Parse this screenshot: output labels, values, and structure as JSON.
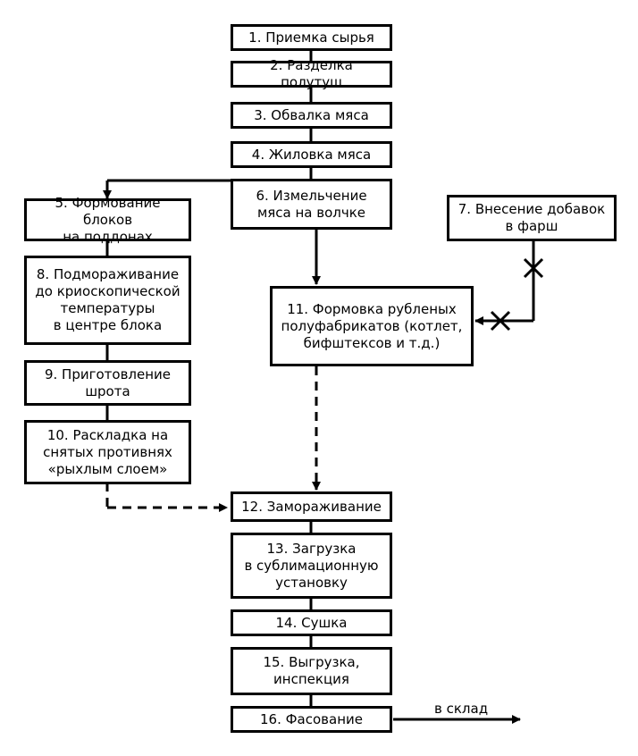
{
  "steps": {
    "s1": "1. Приемка сырья",
    "s2": "2. Разделка полутуш",
    "s3": "3. Обвалка мяса",
    "s4": "4. Жиловка мяса",
    "s5": "5. Формование блоков\nна поддонах",
    "s6": "6. Измельчение\nмяса на волчке",
    "s7": "7. Внесение добавок\nв фарш",
    "s8": "8. Подмораживание\nдо криоскопической\nтемпературы\nв центре блока",
    "s9": "9. Приготовление\nшрота",
    "s10": "10. Раскладка на\nснятых противнях\n«рыхлым слоем»",
    "s11": "11. Формовка рубленых\nполуфабрикатов (котлет,\nбифштексов и т.д.)",
    "s12": "12. Замораживание",
    "s13": "13. Загрузка\nв сублимационную\nустановку",
    "s14": "14. Сушка",
    "s15": "15. Выгрузка,\nинспекция",
    "s16": "16. Фасование"
  },
  "output_label": "в склад",
  "colors": {
    "line": "#000000",
    "box_fill": "#ffffff"
  }
}
